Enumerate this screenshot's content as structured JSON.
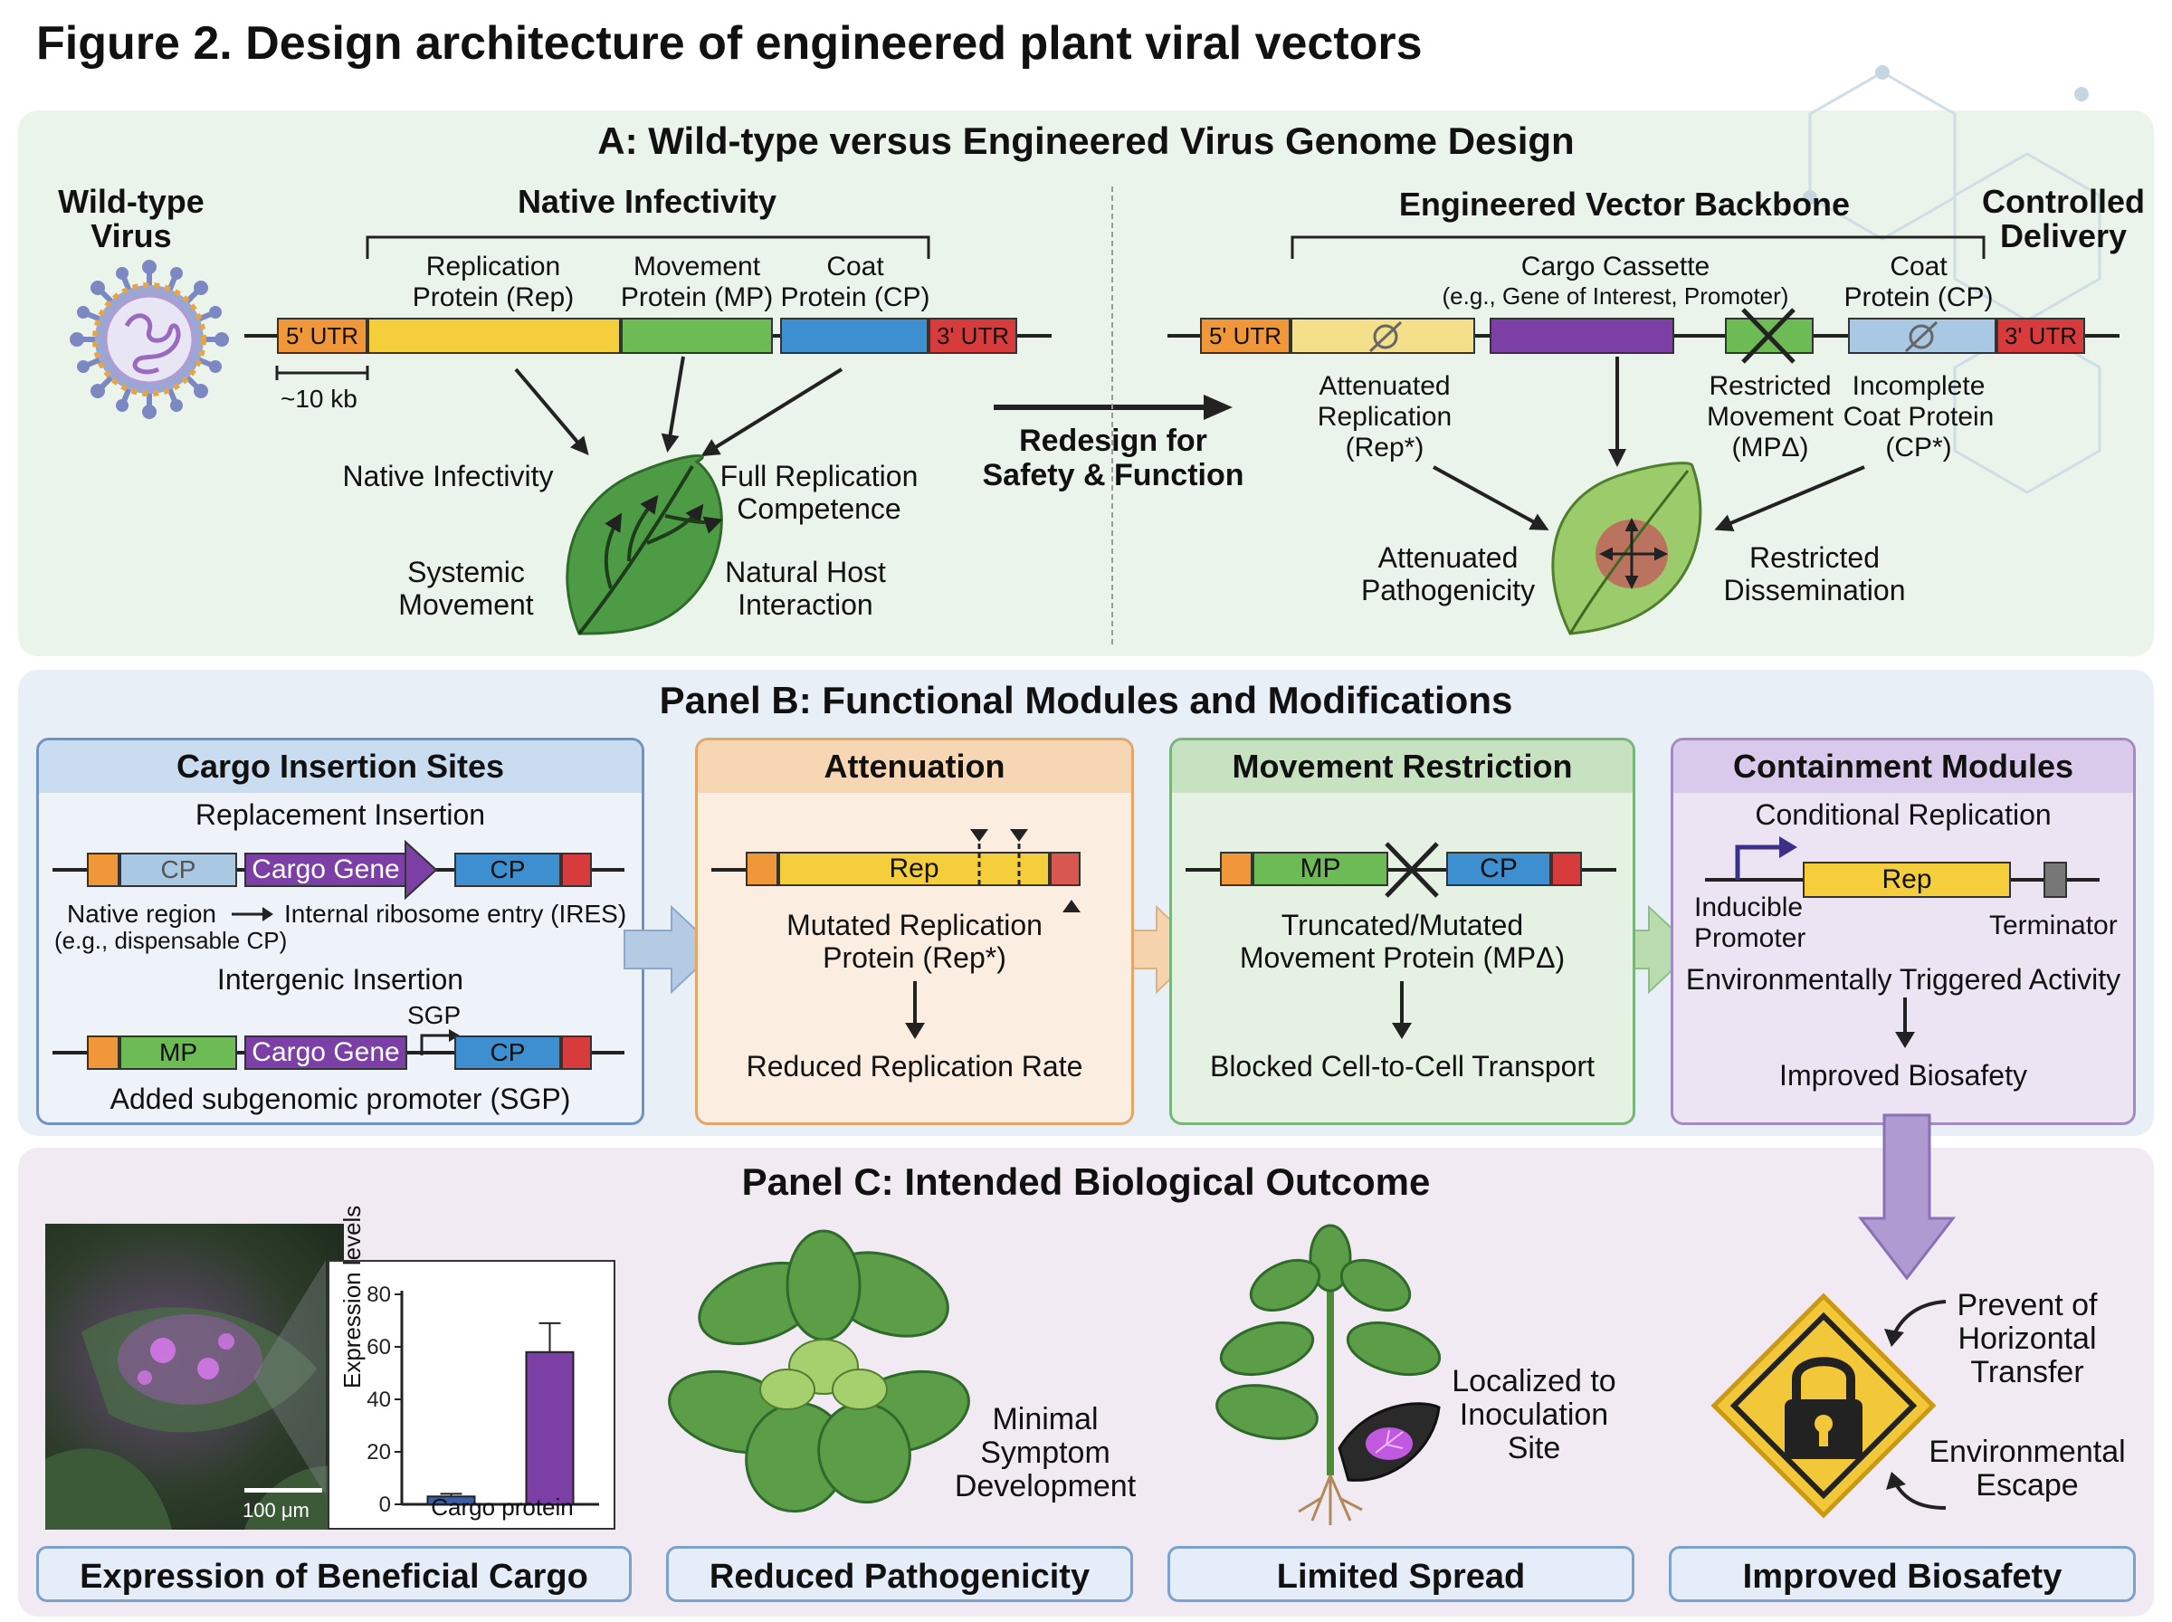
{
  "figure": {
    "title": "Figure 2. Design architecture of engineered plant viral vectors"
  },
  "panel_a": {
    "title": "A: Wild-type versus Engineered Virus Genome Design",
    "wild_type_label": "Wild-type\nVirus",
    "native_infectivity_header": "Native Infectivity",
    "rep_label": "Replication\nProtein (Rep)",
    "mp_label": "Movement\nProtein (MP)",
    "cp_label": "Coat\nProtein (CP)",
    "utr5": "5' UTR",
    "utr3": "3' UTR",
    "scale": "~10 kb",
    "native_infectivity": "Native Infectivity",
    "full_replication": "Full Replication\nCompetence",
    "systemic_movement": "Systemic\nMovement",
    "natural_host": "Natural Host\nInteraction",
    "redesign": "Redesign for\nSafety & Function",
    "engineered_header": "Engineered Vector Backbone",
    "controlled_delivery": "Controlled\nDelivery",
    "cargo_cassette": "Cargo Cassette",
    "cargo_cassette_sub": "(e.g., Gene of Interest, Promoter)",
    "coat_protein": "Coat\nProtein (CP)",
    "attenuated_replication": "Attenuated\nReplication\n(Rep*)",
    "restricted_movement": "Restricted\nMovement\n(MPΔ)",
    "incomplete_coat": "Incomplete\nCoat Protein\n(CP*)",
    "attenuated_pathogenicity": "Attenuated\nPathogenicity",
    "restricted_dissemination": "Restricted\nDissemination"
  },
  "panel_b": {
    "title": "Panel B: Functional Modules and Modifications",
    "cargo": {
      "header": "Cargo Insertion Sites",
      "replacement": "Replacement Insertion",
      "cp": "CP",
      "cargo_gene": "Cargo Gene",
      "native_region": "Native region",
      "ires": "Internal ribosome entry (IRES)",
      "dispensable": "(e.g., dispensable CP)",
      "intergenic": "Intergenic Insertion",
      "sgp": "SGP",
      "mp": "MP",
      "added_sgp": "Added subgenomic promoter (SGP)"
    },
    "attenuation": {
      "header": "Attenuation",
      "rep": "Rep",
      "mutated": "Mutated Replication\nProtein (Rep*)",
      "result": "Reduced Replication Rate"
    },
    "movement": {
      "header": "Movement Restriction",
      "mp": "MP",
      "cp": "CP",
      "truncated": "Truncated/Mutated\nMovement Protein (MPΔ)",
      "result": "Blocked Cell-to-Cell Transport"
    },
    "containment": {
      "header": "Containment Modules",
      "conditional": "Conditional Replication",
      "rep": "Rep",
      "inducible": "Inducible\nPromoter",
      "terminator": "Terminator",
      "env_triggered": "Environmentally Triggered Activity",
      "result": "Improved Biosafety"
    }
  },
  "panel_c": {
    "title": "Panel C: Intended Biological Outcome",
    "scale_bar": "100 μm",
    "minimal_symptom": "Minimal\nSymptom\nDevelopment",
    "localized": "Localized to\nInoculation\nSite",
    "prevent_transfer": "Prevent of\nHorizontal\nTransfer",
    "env_escape": "Environmental\nEscape",
    "outcomes": [
      "Expression of Beneficial Cargo",
      "Reduced Pathogenicity",
      "Limited Spread",
      "Improved Biosafety"
    ]
  },
  "chart_data": {
    "type": "bar",
    "categories": [
      "",
      ""
    ],
    "values": [
      3,
      58
    ],
    "errors": [
      1,
      11
    ],
    "colors": [
      "#3b5fa6",
      "#7b3fa6"
    ],
    "xlabel": "Cargo protein",
    "ylabel": "Expression levels",
    "ylim": [
      0,
      80
    ],
    "yticks": [
      0,
      20,
      40,
      60,
      80
    ]
  }
}
